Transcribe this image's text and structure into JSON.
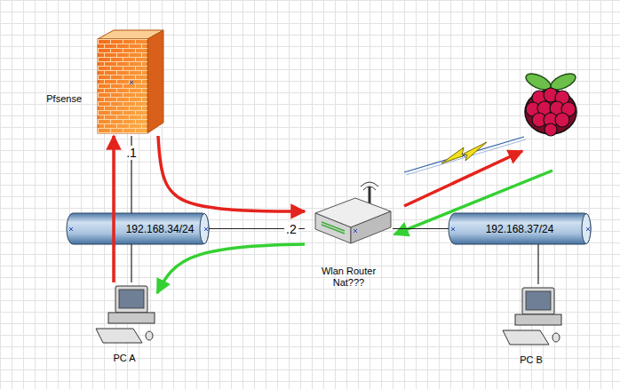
{
  "diagram": {
    "nodes": [
      {
        "text": [
          "Pfsense"
        ]
      },
      {
        "text": [
          "192.168.34/24"
        ]
      },
      {
        "text": [
          "PC A"
        ]
      },
      {
        "text": [
          "Wlan Router Nat???"
        ]
      },
      {
        "text": [
          "192.168.37/24"
        ]
      },
      {
        "text": [
          "PC B"
        ]
      }
    ],
    "edges": [
      {
        "from": 0,
        "to": 1,
        "arrow": "none",
        "label": ".1"
      },
      {
        "from": 1,
        "to": 2,
        "arrow": "none"
      },
      {
        "from": 1,
        "to": 3,
        "arrow": "none",
        "label": ".2"
      },
      {
        "from": 3,
        "to": 4,
        "arrow": "none"
      },
      {
        "from": 4,
        "to": 5,
        "arrow": "none"
      },
      {
        "from": 2,
        "to": 0,
        "arrow": "to"
      },
      {
        "from": 0,
        "to": 3,
        "arrow": "to"
      },
      {
        "from": 3,
        "to": 2,
        "arrow": "to"
      }
    ]
  }
}
